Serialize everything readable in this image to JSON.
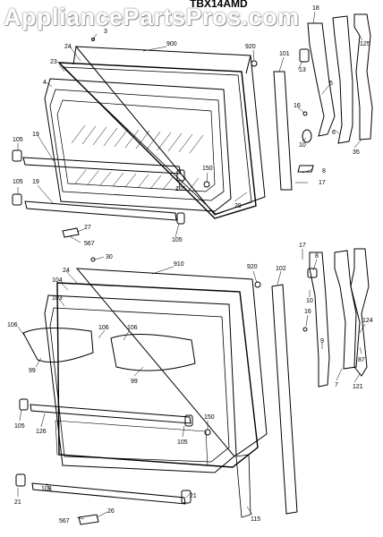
{
  "watermark": "AppliancePartsPros.com",
  "model": "TBX14AMD",
  "upper_door": {
    "labels": {
      "l3": "3",
      "l900": "900",
      "l920": "920",
      "l18": "18",
      "l125": "125",
      "l24": "24",
      "l23": "23",
      "l4": "4",
      "l101": "101",
      "l13": "13",
      "l5": "5",
      "l16": "16",
      "l10": "10",
      "l6": "6",
      "l35": "35",
      "l105a": "105",
      "l19a": "19",
      "l150": "150",
      "l105b": "105",
      "l8": "8",
      "l17": "17",
      "l105c": "105",
      "l19b": "19",
      "l29": "29",
      "l27": "27",
      "l105d": "105",
      "l567": "567"
    }
  },
  "lower_door": {
    "labels": {
      "l30": "30",
      "l910": "910",
      "l920": "920",
      "l24": "24",
      "l104": "104",
      "l103": "103",
      "l106a": "106",
      "l106b": "106",
      "l106c": "106",
      "l99a": "99",
      "l99b": "99",
      "l102": "102",
      "l17": "17",
      "l8": "8",
      "l10": "10",
      "l16": "16",
      "l9": "9",
      "l124": "124",
      "l87": "87",
      "l7": "7",
      "l121": "121",
      "l105a": "105",
      "l126": "126",
      "l150": "150",
      "l105b": "105",
      "l21a": "21",
      "l108": "108",
      "l21b": "21",
      "l567": "567",
      "l26": "26",
      "l115": "115"
    }
  }
}
